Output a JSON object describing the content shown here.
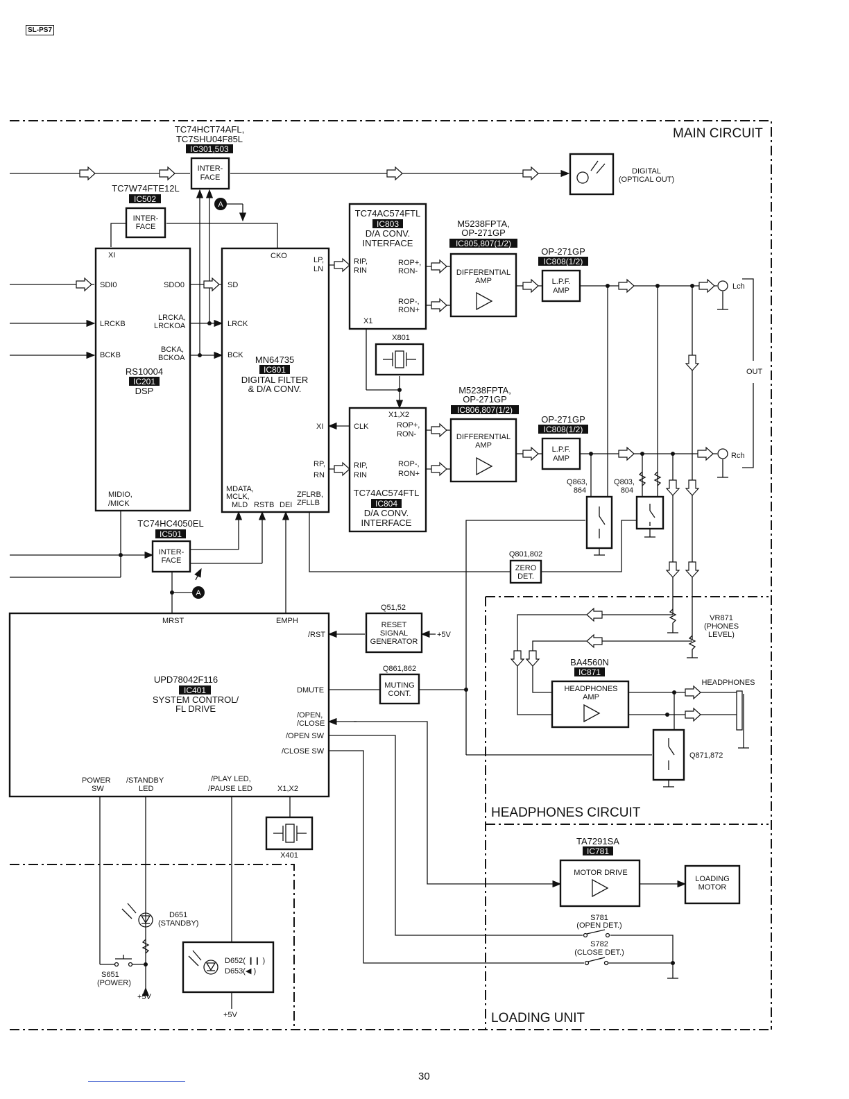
{
  "header": {
    "model": "SL-PS7"
  },
  "page_number": "30",
  "regions": {
    "main": "MAIN CIRCUIT",
    "headphones": "HEADPHONES CIRCUIT",
    "loading": "LOADING UNIT"
  },
  "blocks": {
    "ic301": {
      "part1": "TC74HCT74AFL,",
      "part2": "TC7SHU04F85L",
      "ref": "IC301,503",
      "l1": "INTER-",
      "l2": "FACE"
    },
    "ic502": {
      "part": "TC7W74FTE12L",
      "ref": "IC502",
      "l1": "INTER-",
      "l2": "FACE"
    },
    "ic201": {
      "part": "RS10004",
      "ref": "IC201",
      "func": "DSP",
      "xi": "XI",
      "sdi0": "SDI0",
      "sdo0": "SDO0",
      "lrckb": "LRCKB",
      "lrcka": "LRCKA,",
      "lrckoa": "LRCKOA",
      "bckb": "BCKB",
      "bcka": "BCKA,",
      "bckoa": "BCKOA",
      "midio": "MIDIO,",
      "mick": "/MICK"
    },
    "ic801": {
      "part": "MN64735",
      "ref": "IC801",
      "func1": "DIGITAL FILTER",
      "func2": "& D/A CONV.",
      "cko": "CKO",
      "lp": "LP,",
      "ln": "LN",
      "sd": "SD",
      "lrck": "LRCK",
      "bck": "BCK",
      "xi": "XI",
      "rp": "RP,",
      "rn": "RN",
      "mdata": "MDATA,",
      "mclk": "MCLK,",
      "mld": "MLD",
      "rstb": "RSTB",
      "dei": "DEI",
      "zflrb": "ZFLRB,",
      "zfllb": "ZFLLB"
    },
    "ic803": {
      "part": "TC74AC574FTL",
      "ref": "IC803",
      "f1": "D/A CONV.",
      "f2": "INTERFACE",
      "rip": "RIP,",
      "rin": "RIN",
      "ropp": "ROP+,",
      "ronm": "RON-",
      "ropm": "ROP-,",
      "ronp": "RON+",
      "x1": "X1"
    },
    "ic804": {
      "part": "TC74AC574FTL",
      "ref": "IC804",
      "f1": "D/A CONV.",
      "f2": "INTERFACE",
      "x1x2": "X1,X2",
      "clk": "CLK",
      "ropp": "ROP+,",
      "ronm": "RON-",
      "rip": "RIP,",
      "rin": "RIN",
      "ropm": "ROP-,",
      "ronp": "RON+"
    },
    "ic805": {
      "part1": "M5238FPTA,",
      "part2": "OP-271GP",
      "ref": "IC805,807(1/2)",
      "l1": "DIFFERENTIAL",
      "l2": "AMP"
    },
    "ic806": {
      "part1": "M5238FPTA,",
      "part2": "OP-271GP",
      "ref": "IC806,807(1/2)",
      "l1": "DIFFERENTIAL",
      "l2": "AMP"
    },
    "ic808a": {
      "part": "OP-271GP",
      "ref": "IC808(1/2)",
      "l1": "L.P.F.",
      "l2": "AMP"
    },
    "ic808b": {
      "part": "OP-271GP",
      "ref": "IC808(1/2)",
      "l1": "L.P.F.",
      "l2": "AMP"
    },
    "x801": {
      "label": "X801"
    },
    "x401": {
      "label": "X401"
    },
    "digital_out": {
      "l1": "DIGITAL",
      "l2": "(OPTICAL OUT)"
    },
    "lch": "Lch",
    "rch": "Rch",
    "out": "OUT",
    "q863": {
      "l1": "Q863,",
      "l2": "864"
    },
    "q803": {
      "l1": "Q803,",
      "l2": "804"
    },
    "ic501": {
      "part": "TC74HC4050EL",
      "ref": "IC501",
      "l1": "INTER-",
      "l2": "FACE"
    },
    "zero": {
      "ref": "Q801,802",
      "l1": "ZERO",
      "l2": "DET."
    },
    "reset": {
      "ref": "Q51,52",
      "l1": "RESET",
      "l2": "SIGNAL",
      "l3": "GENERATOR",
      "vcc": "+5V"
    },
    "muting": {
      "ref": "Q861,862",
      "l1": "MUTING",
      "l2": "CONT."
    },
    "ic401": {
      "part": "UPD78042F116",
      "ref": "IC401",
      "f1": "SYSTEM CONTROL/",
      "f2": "FL DRIVE",
      "mrst": "MRST",
      "emph": "EMPH",
      "rst": "/RST",
      "dmute": "DMUTE",
      "open": "/OPEN,",
      "close": "/CLOSE",
      "opensw": "/OPEN SW",
      "closesw": "/CLOSE SW",
      "powsw1": "POWER",
      "powsw2": "SW",
      "stby1": "/STANDBY",
      "stby2": "LED",
      "play1": "/PLAY LED,",
      "play2": "/PAUSE LED",
      "x1x2": "X1,X2"
    },
    "vr871": {
      "l1": "VR871",
      "l2": "(PHONES",
      "l3": "LEVEL)"
    },
    "ic871": {
      "part": "BA4560N",
      "ref": "IC871",
      "l1": "HEADPHONES",
      "l2": "AMP",
      "jack": "HEADPHONES"
    },
    "q871": "Q871,872",
    "ic781": {
      "part": "TA7291SA",
      "ref": "IC781",
      "l1": "MOTOR DRIVE"
    },
    "motor": {
      "l1": "LOADING",
      "l2": "MOTOR"
    },
    "s781": {
      "l1": "S781",
      "l2": "(OPEN DET.)"
    },
    "s782": {
      "l1": "S782",
      "l2": "(CLOSE DET.)"
    },
    "d651": {
      "l1": "D651",
      "l2": "(STANDBY)"
    },
    "s651": {
      "l1": "S651",
      "l2": "(POWER)"
    },
    "vcc1": "+5V",
    "vcc2": "+5V",
    "d652": "D652(  ❙❙  )",
    "d653": "D653(◀  )",
    "node_a": "A"
  }
}
